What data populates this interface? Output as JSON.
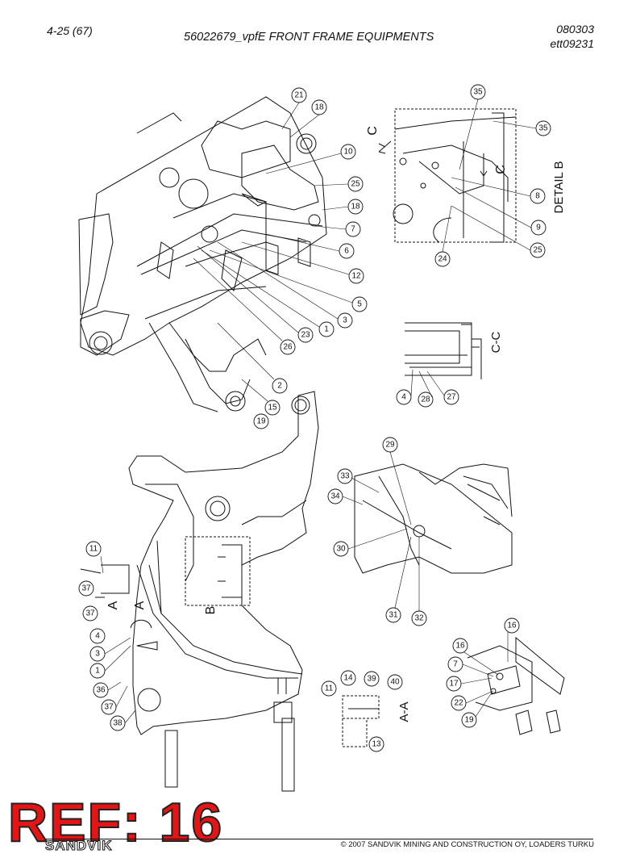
{
  "header": {
    "page_number": "4-25 (67)",
    "title": "56022679_vpfE FRONT FRAME EQUIPMENTS",
    "date_code": "080303",
    "ref_code": "ett09231"
  },
  "labels": {
    "detail_b": "DETAIL B",
    "section_cc": "C-C",
    "section_aa": "A-A",
    "mark_c": "C",
    "mark_a": "A",
    "mark_b": "B"
  },
  "callouts": {
    "top": [
      "21",
      "18",
      "10",
      "25",
      "18",
      "7",
      "6",
      "12",
      "5",
      "3",
      "1",
      "23",
      "26",
      "2",
      "15",
      "19"
    ],
    "detail_b": [
      "35",
      "35",
      "8",
      "9",
      "25",
      "24"
    ],
    "section_cc": [
      "4",
      "28",
      "27"
    ],
    "front_view": [
      "11",
      "37",
      "37",
      "4",
      "3",
      "1",
      "36",
      "37",
      "38"
    ],
    "arm_detail": [
      "29",
      "33",
      "34",
      "30",
      "31",
      "32"
    ],
    "section_aa": [
      "11",
      "14",
      "39",
      "40",
      "13"
    ],
    "mount_detail": [
      "16",
      "16",
      "7",
      "17",
      "22",
      "19"
    ]
  },
  "stamp": "REF: 16",
  "footer": {
    "brand": "SANDVIK",
    "copyright": "© 2007 SANDVIK MINING AND CONSTRUCTION OY, LOADERS TURKU"
  }
}
